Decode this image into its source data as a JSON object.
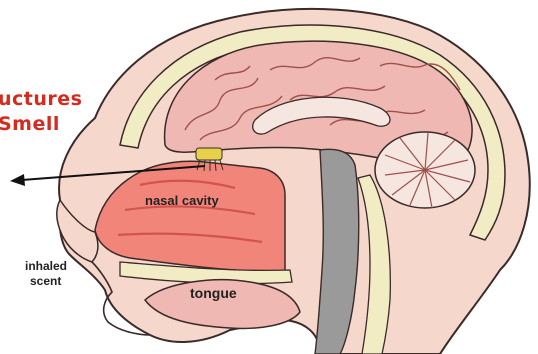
{
  "title_lines": [
    "uctures",
    "Smell"
  ],
  "labels": {
    "nasal_cavity": "nasal cavity",
    "inhaled_line1": "inhaled",
    "inhaled_line2": "scent",
    "tongue": "tongue"
  },
  "colors": {
    "title": "#d62a1e",
    "skin": "#f5d7cc",
    "skin_outline": "#3a2a2a",
    "brain": "#f0b8b2",
    "brain_folds": "#a0504a",
    "bone": "#f2ecc4",
    "nasal_cavity": "#f2857a",
    "nasal_cavity_dark": "#d2544c",
    "olfactory_bulb": "#e8d14a",
    "spine_grey": "#9a9a9a",
    "cerebellum": "#f6e6e0"
  },
  "icons": [
    "pointer-arrow"
  ]
}
